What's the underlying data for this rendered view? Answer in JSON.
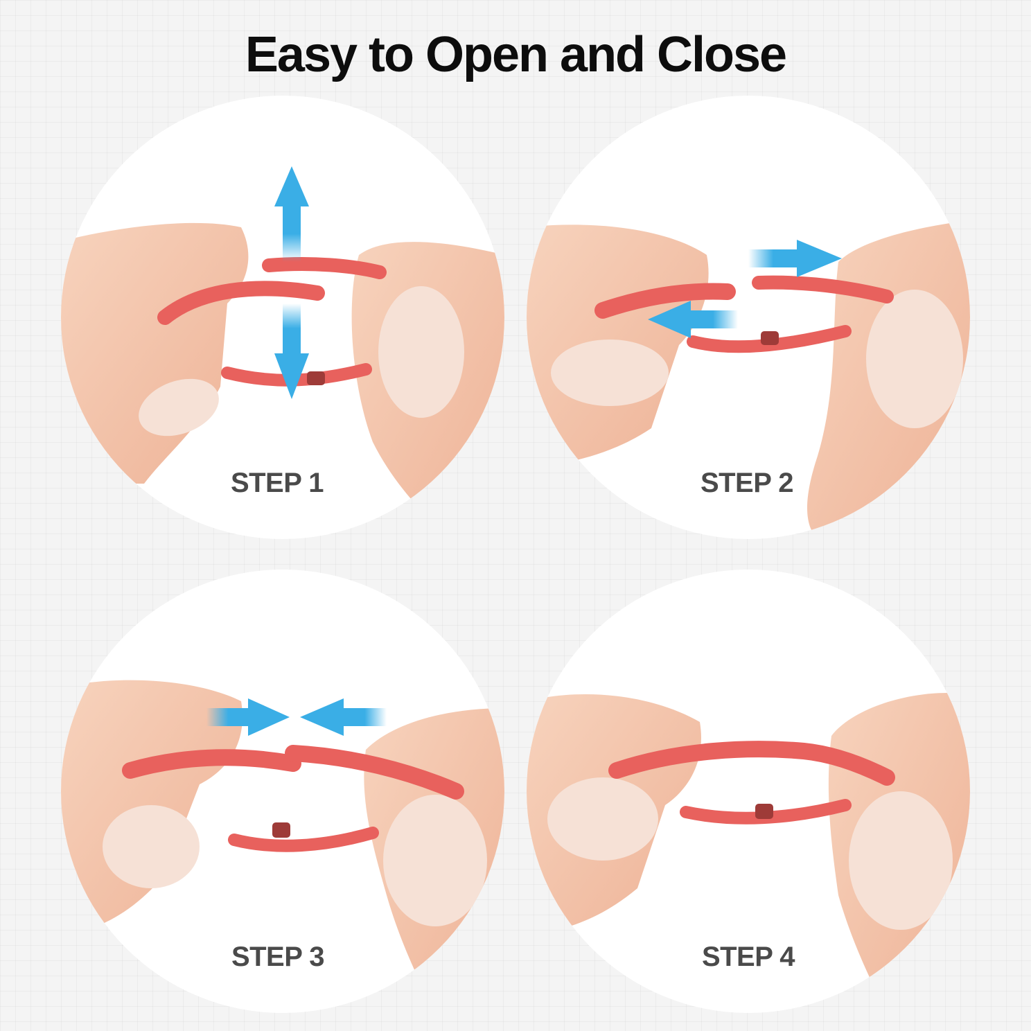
{
  "title": "Easy to Open and Close",
  "steps": [
    {
      "label": "STEP 1",
      "arrows": "vertical-split"
    },
    {
      "label": "STEP 2",
      "arrows": "horizontal-slide"
    },
    {
      "label": "STEP 3",
      "arrows": "converge"
    },
    {
      "label": "STEP 4",
      "arrows": "none"
    }
  ],
  "colors": {
    "ring": "#e8615d",
    "skin": "#f2c2a8",
    "nail": "#f6e1d6",
    "arrow": "#3aaee6",
    "label": "#4a4a4a",
    "title": "#0d0d0d"
  }
}
